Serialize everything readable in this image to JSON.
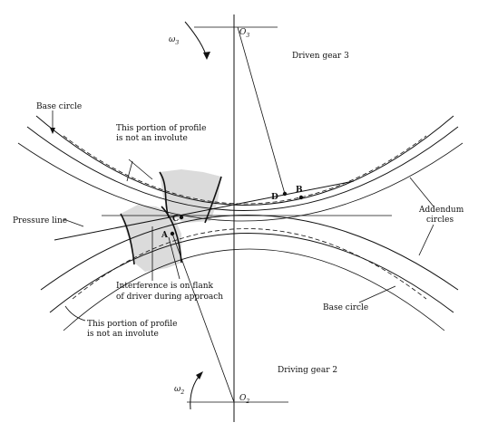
{
  "labels": {
    "driven_gear": "Driven gear 3",
    "driving_gear": "Driving gear 2",
    "o3": "O",
    "o3_sub": "3",
    "o2": "O",
    "o2_sub": "2",
    "omega3": "ω",
    "omega3_sub": "3",
    "omega2": "ω",
    "omega2_sub": "2",
    "base_circle_top": "Base circle",
    "base_circle_bottom": "Base circle",
    "not_involute_top_l1": "This portion of profile",
    "not_involute_top_l2": "is not an involute",
    "not_involute_bottom_l1": "This portion of profile",
    "not_involute_bottom_l2": "is not an involute",
    "pressure_line": "Pressure line",
    "addendum_l1": "Addendum",
    "addendum_l2": "circles",
    "interference_l1": "Interference is on flank",
    "interference_l2": "of driver during approach",
    "pt_a": "A",
    "pt_b": "B",
    "pt_c": "C",
    "pt_d": "D"
  }
}
